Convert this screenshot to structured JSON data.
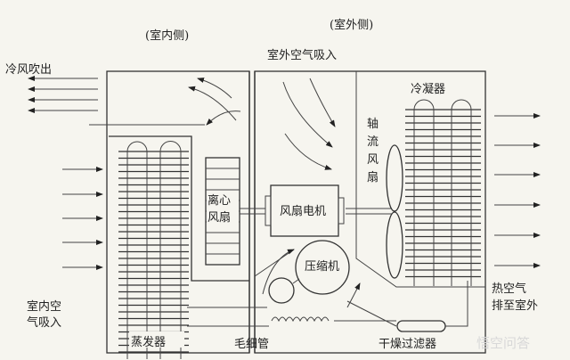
{
  "labels": {
    "indoor_side": "(室内侧)",
    "outdoor_side": "(室外侧)",
    "outdoor_air_in": "室外空气吸入",
    "cold_air_out": "冷风吹出",
    "axial_fan": [
      "轴",
      "流",
      "风",
      "扇"
    ],
    "condenser": "冷凝器",
    "centrifugal_fan": [
      "离心",
      "风扇"
    ],
    "fan_motor": "风扇电机",
    "compressor": "压缩机",
    "indoor_air_in": [
      "室内空",
      "气吸入"
    ],
    "evaporator": "蒸发器",
    "capillary": "毛细管",
    "dryer_filter": "干燥过滤器",
    "hot_air_out": [
      "热空气",
      "排至室外"
    ]
  },
  "watermark": "悟空问答"
}
